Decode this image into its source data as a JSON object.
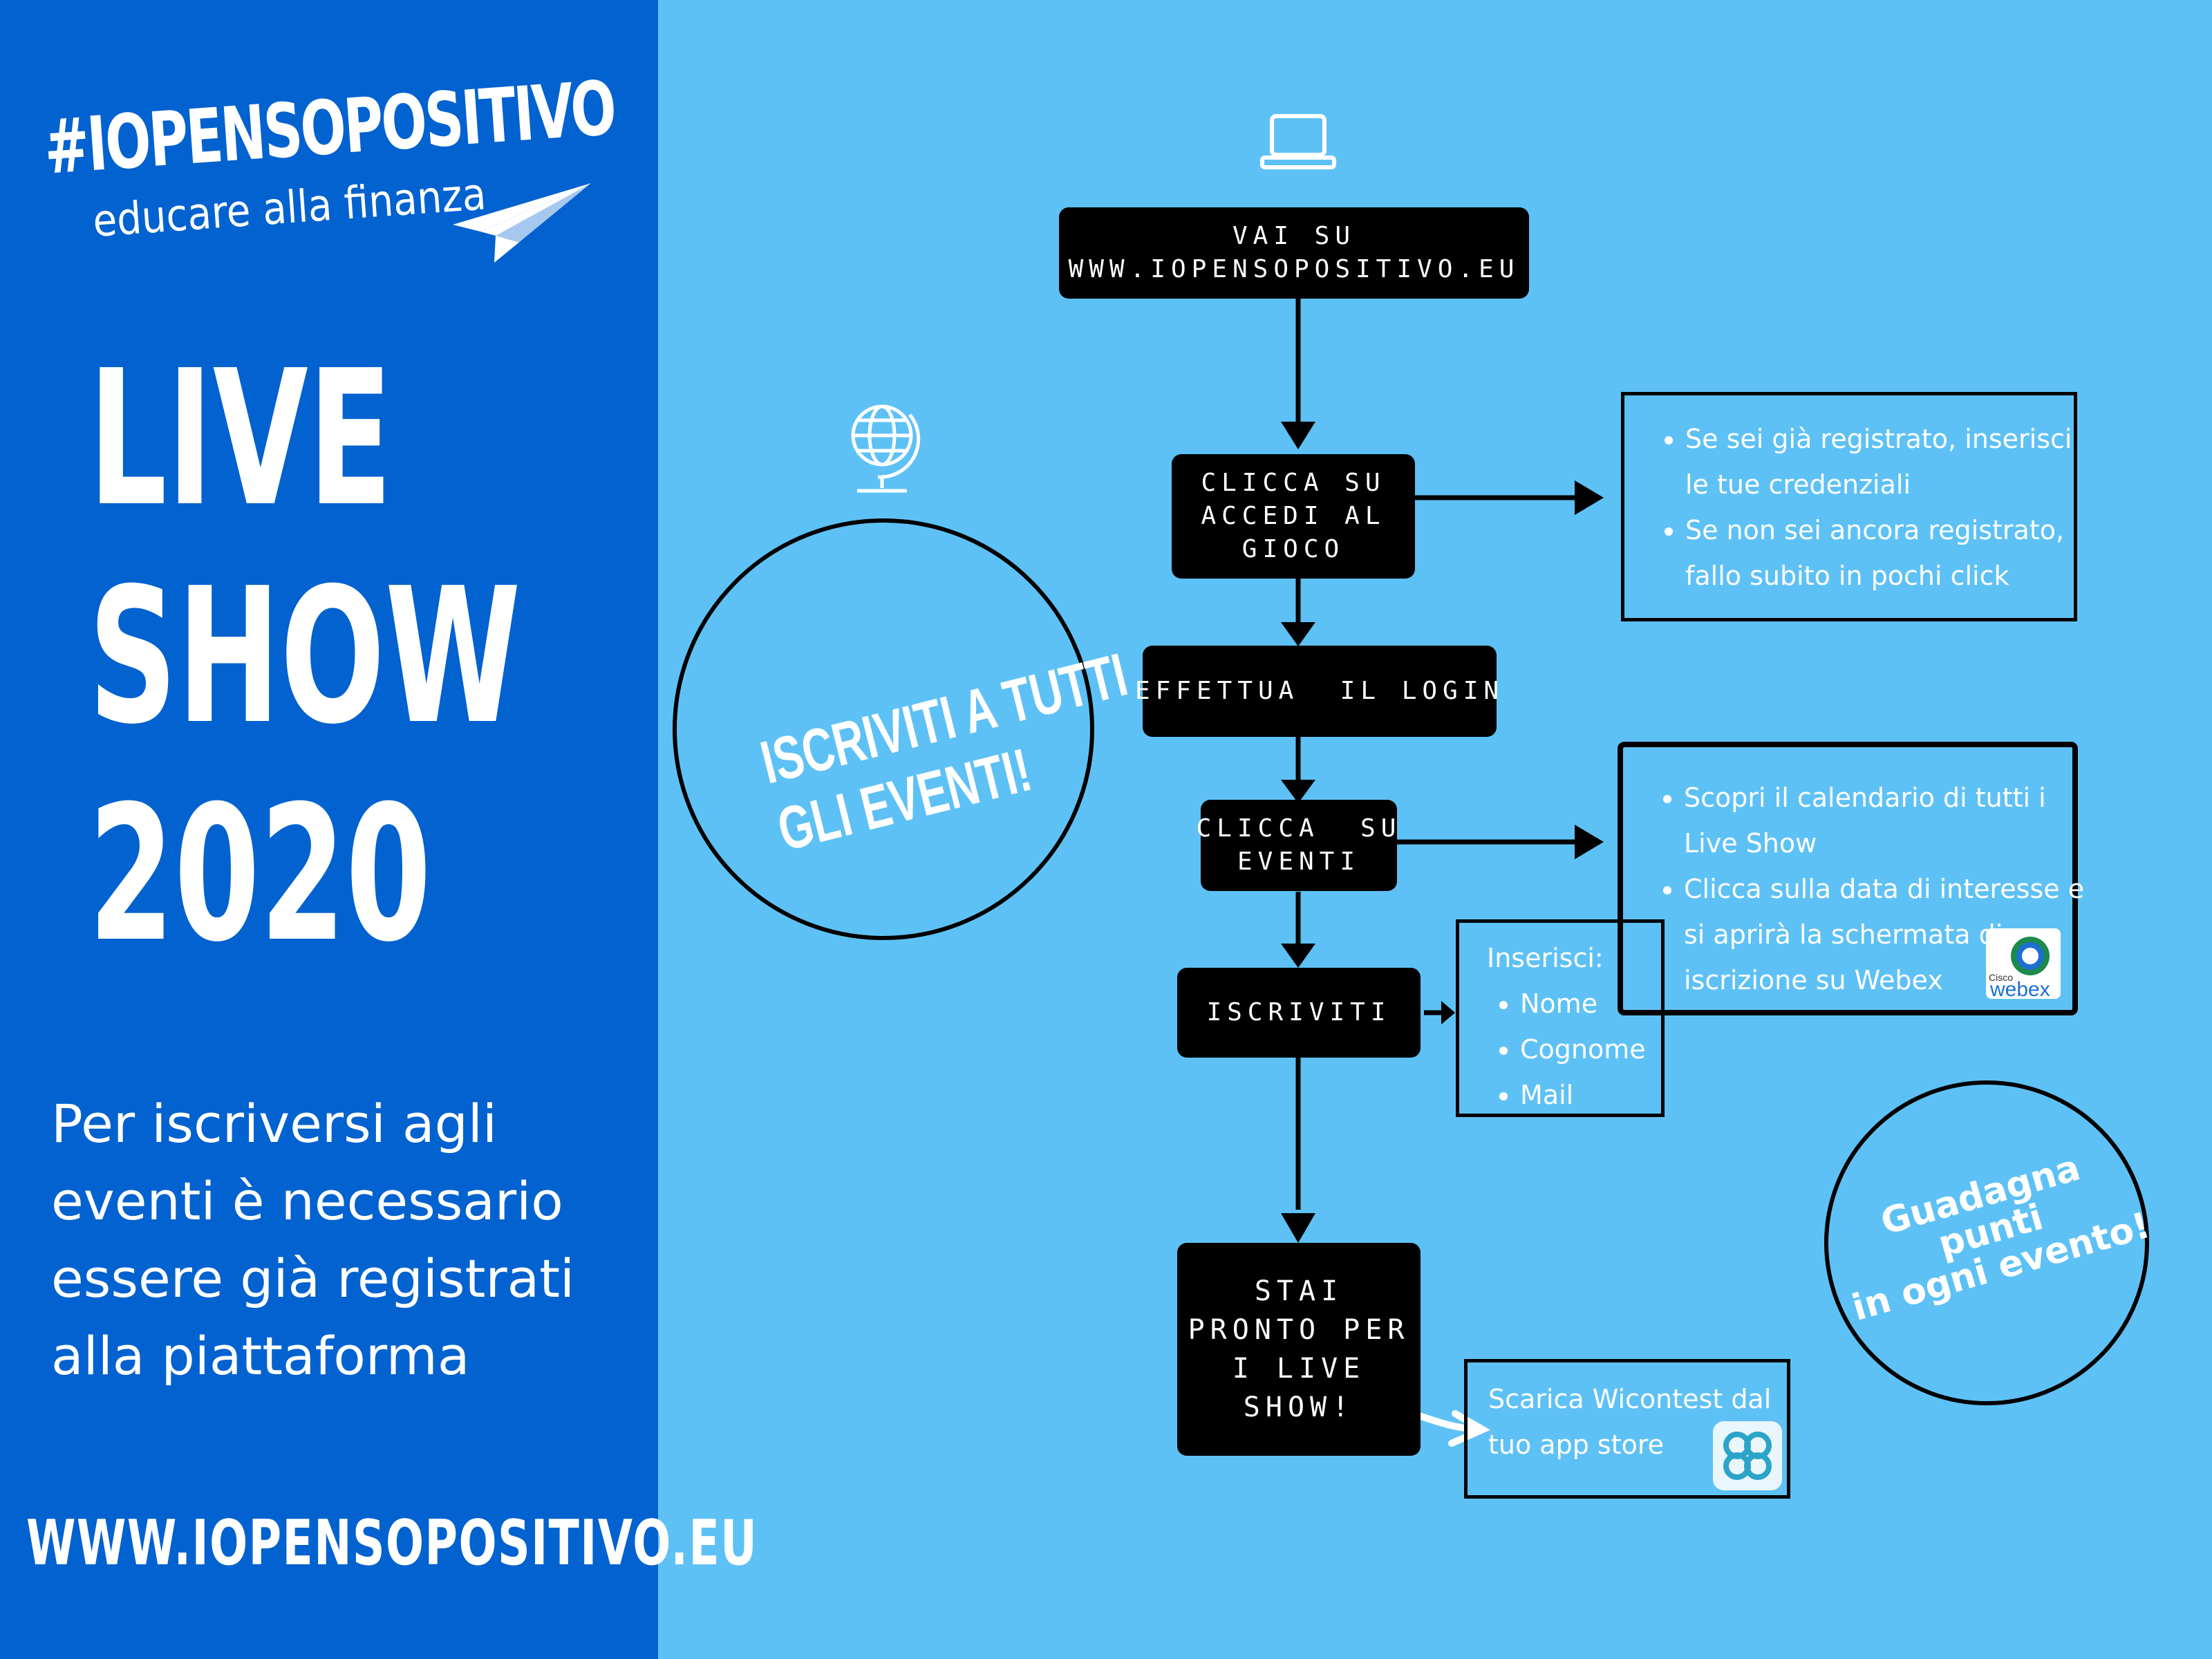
{
  "sidebar": {
    "hashtag": "#IOPENSOPOSITIVO",
    "subtitle": "educare alla finanza",
    "title_lines": [
      "LIVE",
      "SHOW",
      "2020"
    ],
    "note_lines": [
      "Per iscriversi agli",
      "eventi è necessario",
      "essere già registrati",
      "alla piattaforma"
    ],
    "url": "WWW.IOPENSOPOSITIVO.EU"
  },
  "flow": {
    "step1": [
      "VAI SU",
      "WWW.IOPENSOPOSITIVO.EU"
    ],
    "step2": [
      "CLICCA SU",
      "ACCEDI AL",
      "GIOCO"
    ],
    "step3": [
      "EFFETTUA  IL LOGIN"
    ],
    "step4": [
      "CLICCA  SU",
      "EVENTI"
    ],
    "step5": [
      "ISCRIVITI"
    ],
    "step6": [
      "STAI",
      "PRONTO PER",
      "I LIVE",
      "SHOW!"
    ]
  },
  "info_login": [
    [
      "Se sei già registrato, inserisci",
      "le tue credenziali"
    ],
    [
      "Se non sei ancora registrato,",
      "fallo subito in pochi click"
    ]
  ],
  "info_events": [
    [
      "Scopri il calendario di tutti i",
      "Live Show"
    ],
    [
      "Clicca sulla data di interesse e",
      "si aprirà la schermata di",
      "iscrizione su Webex"
    ]
  ],
  "info_signup": {
    "heading": "Inserisci:",
    "items": [
      "Nome",
      "Cognome",
      "Mail"
    ]
  },
  "info_app": [
    "Scarica Wicontest dal",
    "tuo app store"
  ],
  "bubble_left": [
    "ISCRIVITI A TUTTI",
    "GLI EVENTI!"
  ],
  "bubble_right": [
    "Guadagna",
    "punti",
    "in ogni evento!"
  ],
  "webex_logo": {
    "small": "Cisco",
    "name": "webex"
  },
  "colors": {
    "background": "#5ec1f5",
    "sidebar": "#0262cf",
    "box": "#000000",
    "text": "#ffffff"
  },
  "icons": [
    "laptop-icon",
    "globe-icon",
    "paper-plane-icon",
    "webex-logo-icon",
    "wicontest-app-icon",
    "curly-arrow-icon"
  ]
}
